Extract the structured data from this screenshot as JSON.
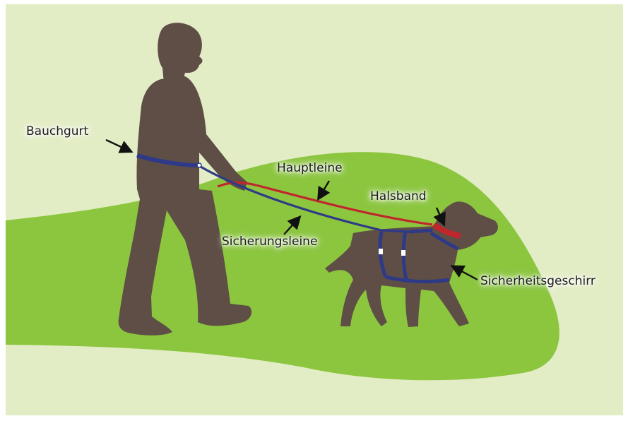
{
  "colors": {
    "sky": "#e3edc5",
    "meadow": "#8cc63f",
    "silhouette": "#5e4e46",
    "main_leash": "#c0272d",
    "safety_line": "#2e3a87",
    "arrow": "#111111"
  },
  "labels": {
    "belly_belt": "Bauchgurt",
    "main_leash": "Hauptleine",
    "collar": "Halsband",
    "safety_leash": "Sicherungsleine",
    "harness": "Sicherheitsgeschirr"
  }
}
